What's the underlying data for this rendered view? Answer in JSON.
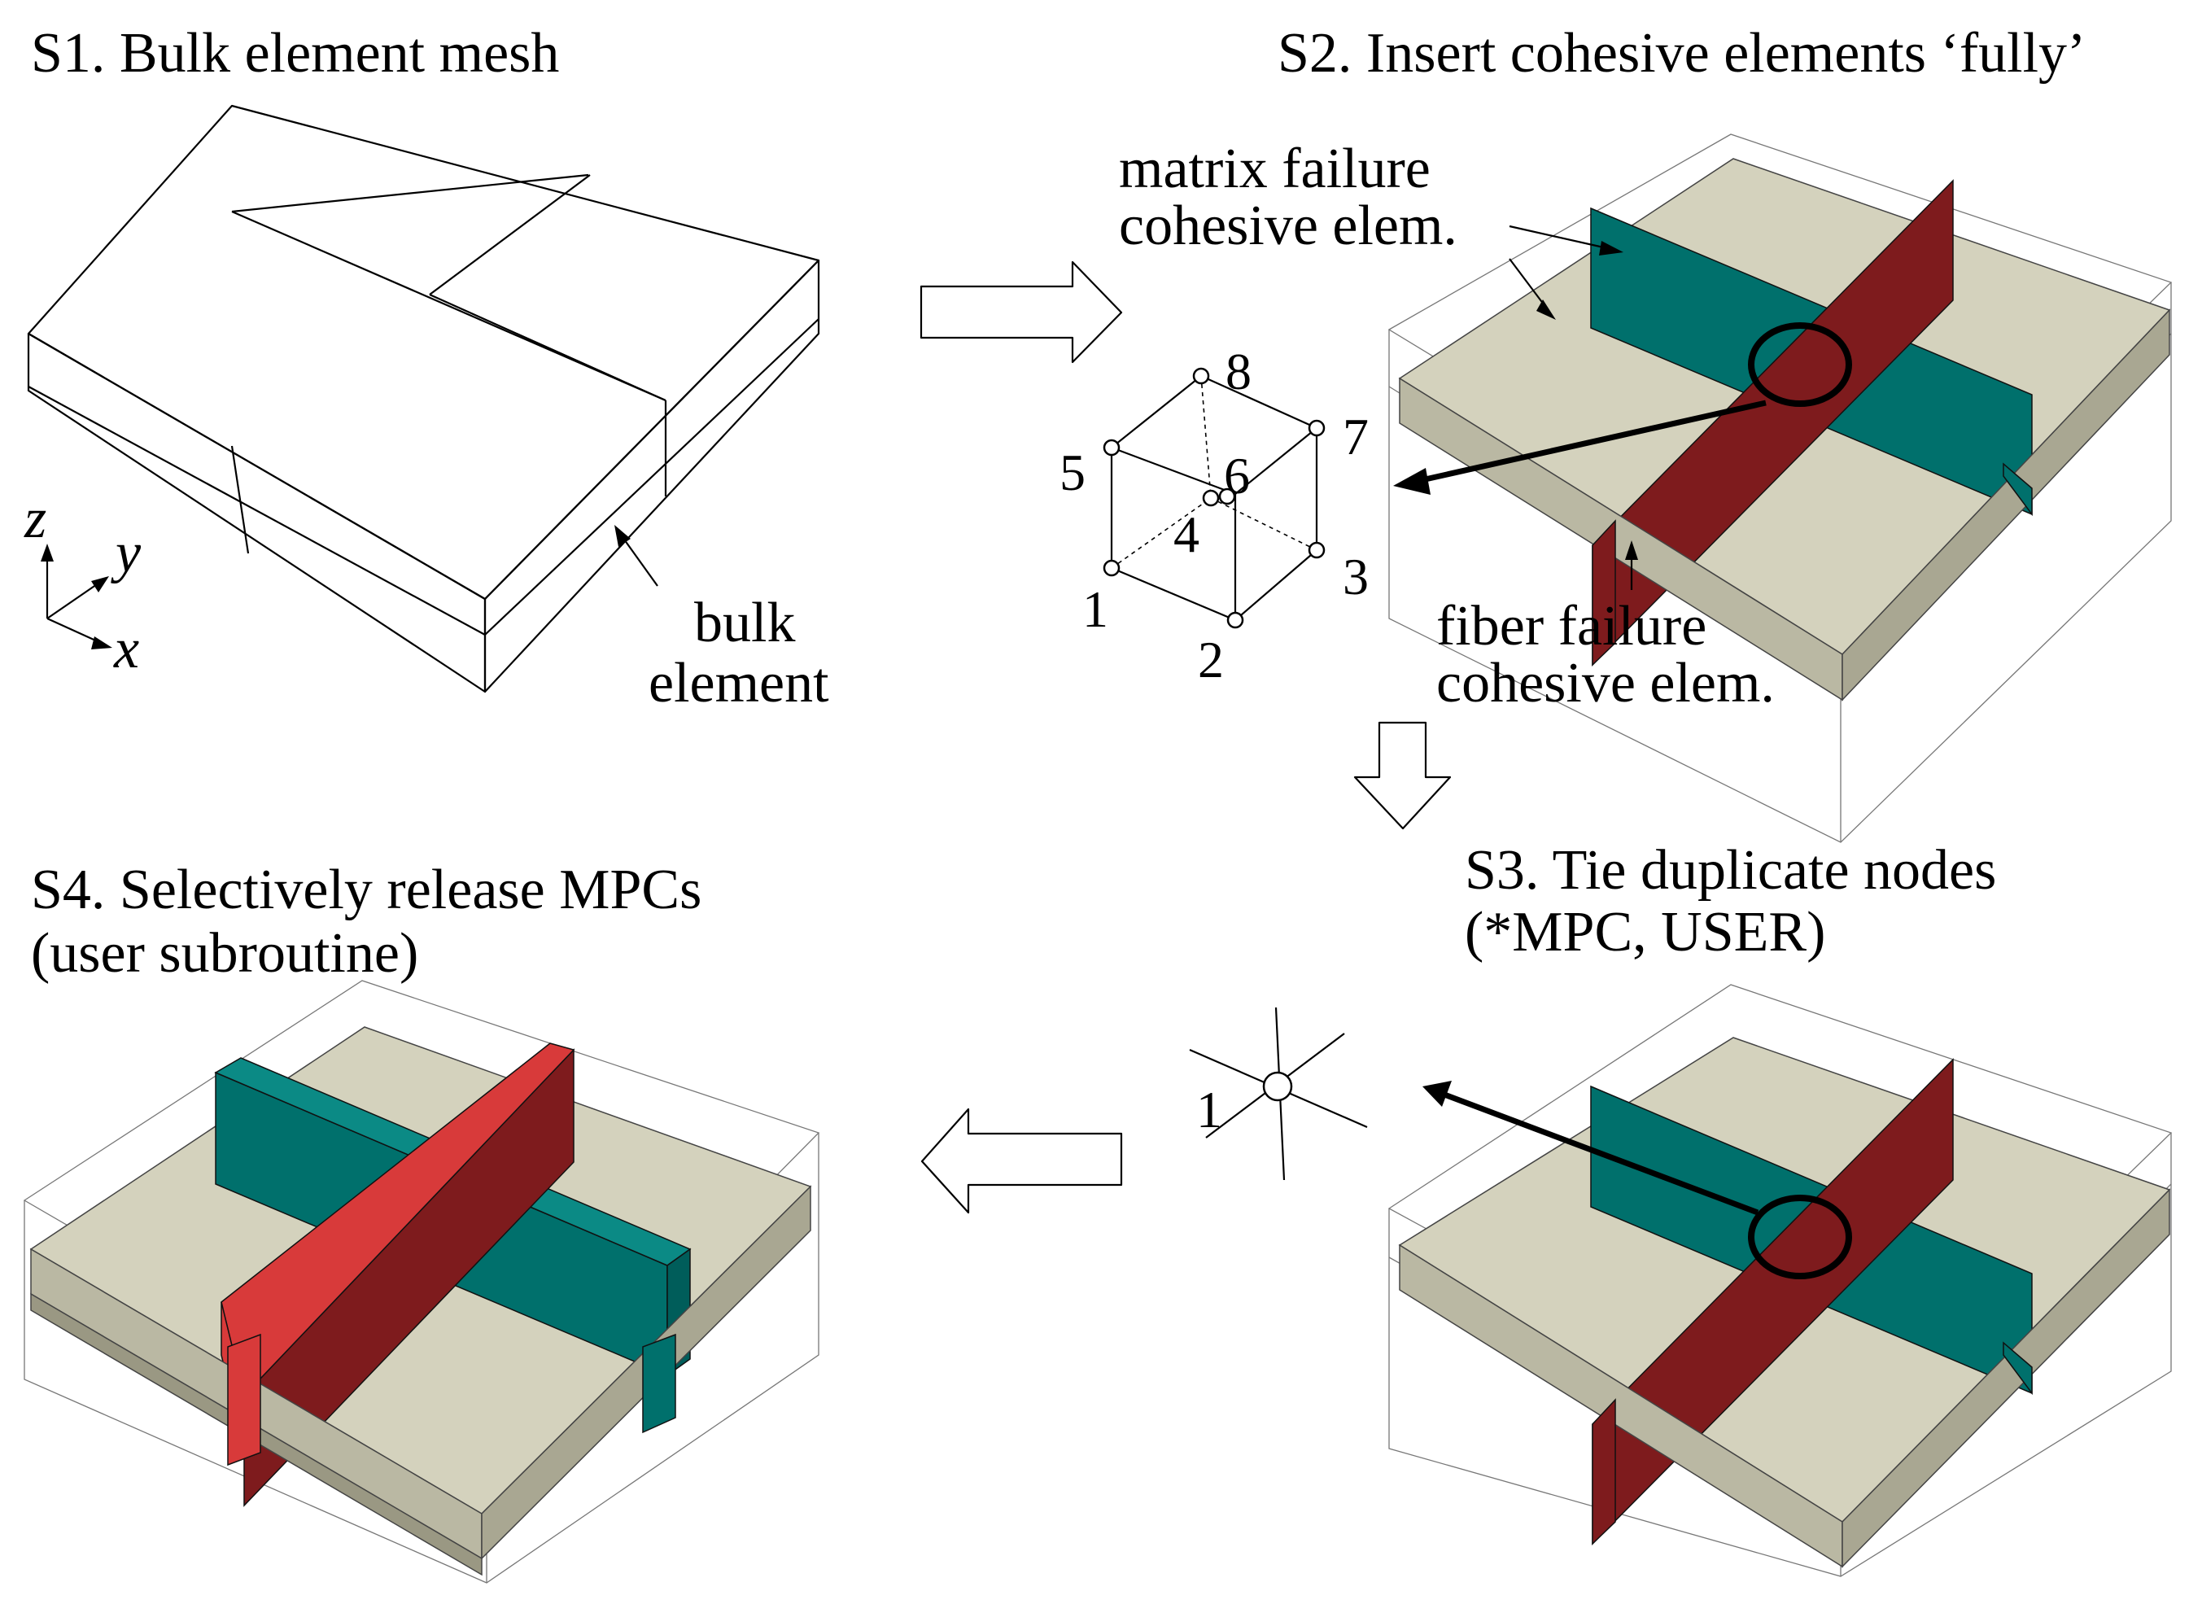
{
  "steps": {
    "s1": "S1. Bulk element mesh",
    "s2": "S2. Insert cohesive elements ‘fully’",
    "s3_line1": "S3. Tie duplicate nodes",
    "s3_line2": "(*MPC, USER)",
    "s4_line1": "S4. Selectively release MPCs",
    "s4_line2": "(user subroutine)"
  },
  "labels": {
    "bulk_line1": "bulk",
    "bulk_line2": "element",
    "matrix_line1": "matrix failure",
    "matrix_line2": "cohesive elem.",
    "fiber_line1": "fiber failure",
    "fiber_line2": "cohesive elem."
  },
  "axes": {
    "z": "z",
    "y": "y",
    "x": "x"
  },
  "node_numbers": [
    "1",
    "2",
    "3",
    "4",
    "5",
    "6",
    "7",
    "8"
  ],
  "tied_node_label": "1",
  "icons": {
    "arrow_s1_s2": "arrow-right-icon",
    "arrow_s2_s3": "arrow-down-icon",
    "arrow_s3_s4": "arrow-left-icon"
  },
  "colors": {
    "ply": "#d4d2bd",
    "matrix_cohesive": "#00706c",
    "fiber_cohesive": "#7e1b1d",
    "fiber_cohesive_released": "#d83a3a",
    "outline": "#000000"
  }
}
